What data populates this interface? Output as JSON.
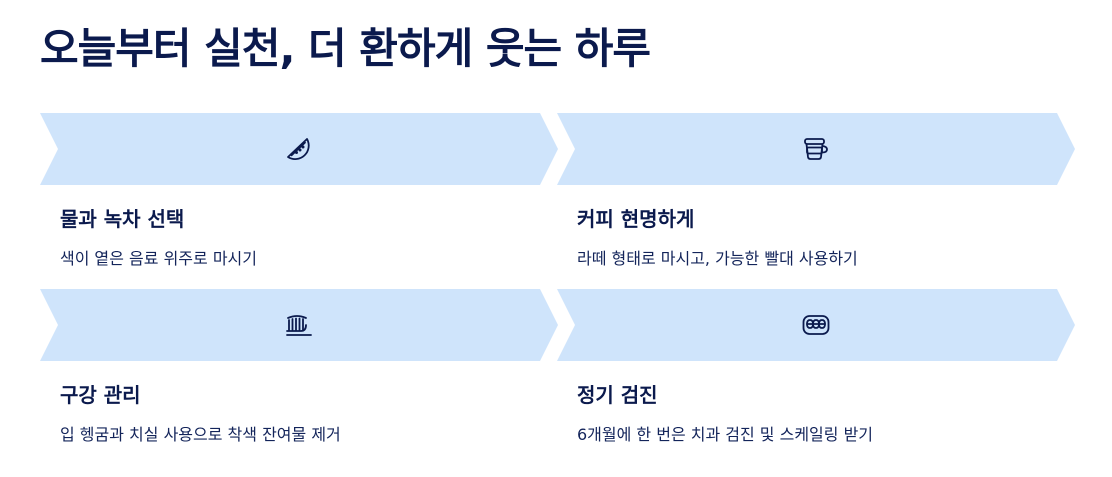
{
  "page": {
    "title": "오늘부터 실천, 더 환하게 웃는 하루"
  },
  "colors": {
    "banner": "#cfe4fb",
    "text_dark": "#0b1a4d"
  },
  "cards": [
    {
      "icon": "watermelon-icon",
      "title": "물과 녹차 선택",
      "description": "색이 옅은 음료 위주로 마시기"
    },
    {
      "icon": "coffee-cup-icon",
      "title": "커피 현명하게",
      "description": "라떼 형태로 마시고, 가능한 빨대 사용하기"
    },
    {
      "icon": "toothbrush-icon",
      "title": "구강 관리",
      "description": "입 헹굼과 치실 사용으로 착색 잔여물 제거"
    },
    {
      "icon": "teeth-icon",
      "title": "정기 검진",
      "description": "6개월에 한 번은 치과 검진 및 스케일링 받기"
    }
  ]
}
